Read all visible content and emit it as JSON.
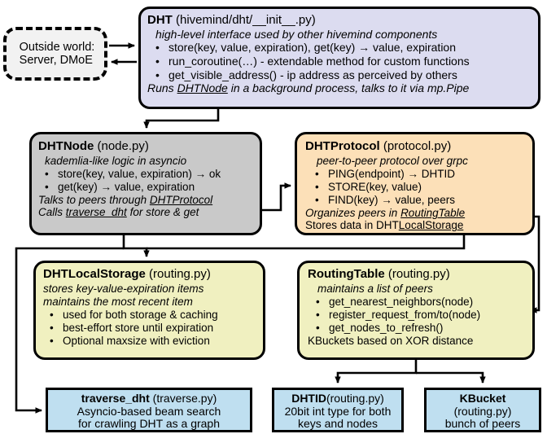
{
  "diagram": {
    "title": "hivemind DHT architecture",
    "colors": {
      "dht_fill": "#dcdcf0",
      "node_fill": "#c9c9c9",
      "protocol_fill": "#fce0b8",
      "storage_fill": "#f0f0c0",
      "leaf_fill": "#bfdff0",
      "stroke": "#000000",
      "outside_fill": "#f2f2f2"
    }
  },
  "outside_world": {
    "line1": "Outside world:",
    "line2": "Server, DMoE"
  },
  "dht": {
    "title": "DHT",
    "module": " (hivemind/dht/__init__.py)",
    "subtitle": "high-level interface used by other hivemind components",
    "bullets": [
      "store(key, value, expiration), get(key) → value, expiration",
      "run_coroutine(…) - extendable method for custom functions",
      "get_visible_address() - ip address as perceived by others"
    ],
    "footer_pre": "Runs ",
    "footer_link": "DHTNode",
    "footer_post": " in a background process, talks to it via mp.Pipe"
  },
  "dhtnode": {
    "title": "DHTNode",
    "module": " (node.py)",
    "subtitle": "kademlia-like logic in asyncio",
    "bullets": [
      "store(key, value, expiration) → ok",
      "get(key) → value, expiration"
    ],
    "footer1_pre": "Talks to peers through ",
    "footer1_link": "DHTProtocol",
    "footer2_pre": "Calls ",
    "footer2_link": "traverse_dht",
    "footer2_post": " for store & get"
  },
  "dhtprotocol": {
    "title": "DHTProtocol",
    "module": " (protocol.py)",
    "subtitle": "peer-to-peer protocol over grpc",
    "bullets": [
      "PING(endpoint) → DHTID",
      "STORE(key, value)",
      "FIND(key) → value, peers"
    ],
    "footer1_pre": "Organizes peers in ",
    "footer1_link": "RoutingTable",
    "footer2_pre": "Stores data in DHT",
    "footer2_link": "LocalStorage"
  },
  "dhtlocalstorage": {
    "title": "DHTLocalStorage",
    "module": " (routing.py)",
    "subtitle1": "stores key-value-expiration items",
    "subtitle2": "maintains the most recent item",
    "bullets": [
      "used for both storage & caching",
      "best-effort store until expiration",
      "Optional maxsize with eviction"
    ]
  },
  "routingtable": {
    "title": "RoutingTable",
    "module": " (routing.py)",
    "subtitle": "maintains a list of peers",
    "bullets": [
      "get_nearest_neighbors(node)",
      "register_request_from/to(node)",
      "get_nodes_to_refresh()"
    ],
    "footer": "KBuckets based on XOR distance"
  },
  "traverse_dht": {
    "title": "traverse_dht",
    "module": " (traverse.py)",
    "line2": "Asyncio-based beam search",
    "line3": "for crawling DHT as a graph"
  },
  "dhtid": {
    "title": "DHTID",
    "module": "(routing.py)",
    "line2": "20bit int type for both",
    "line3": "keys and nodes"
  },
  "kbucket": {
    "title": "KBucket",
    "line2": "(routing.py)",
    "line3": "bunch of peers"
  }
}
